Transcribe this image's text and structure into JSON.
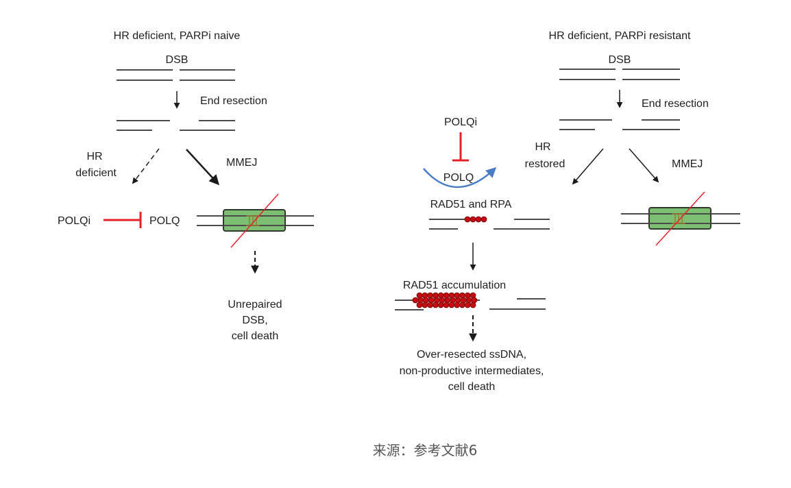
{
  "left_panel": {
    "title": "HR deficient, PARPi naive",
    "dsb": "DSB",
    "end_resection": "End resection",
    "hr_deficient": [
      "HR",
      "deficient"
    ],
    "mmej": "MMEJ",
    "polqi": "POLQi",
    "polq": "POLQ",
    "outcome": [
      "Unrepaired",
      "DSB,",
      "cell death"
    ]
  },
  "right_panel": {
    "title": "HR deficient, PARPi resistant",
    "dsb": "DSB",
    "end_resection": "End resection",
    "polqi": "POLQi",
    "polq": "POLQ",
    "hr_restored": [
      "HR",
      "restored"
    ],
    "mmej": "MMEJ",
    "rad51_rpa": "RAD51 and RPA",
    "rad51_accumulation": "RAD51 accumulation",
    "outcome": [
      "Over-resected ssDNA,",
      "non-productive intermediates,",
      "cell death"
    ]
  },
  "caption": "来源：参考文献6",
  "colors": {
    "dna_strand": "#4a4a4a",
    "inhibition": "#e8202a",
    "polq_arc": "#4a7cc7",
    "mmej_box_fill": "#7dbf72",
    "mmej_box_stroke": "#2f3a2b",
    "rad51_bead": "#c40d12",
    "bridge": "#9a7a2c"
  }
}
